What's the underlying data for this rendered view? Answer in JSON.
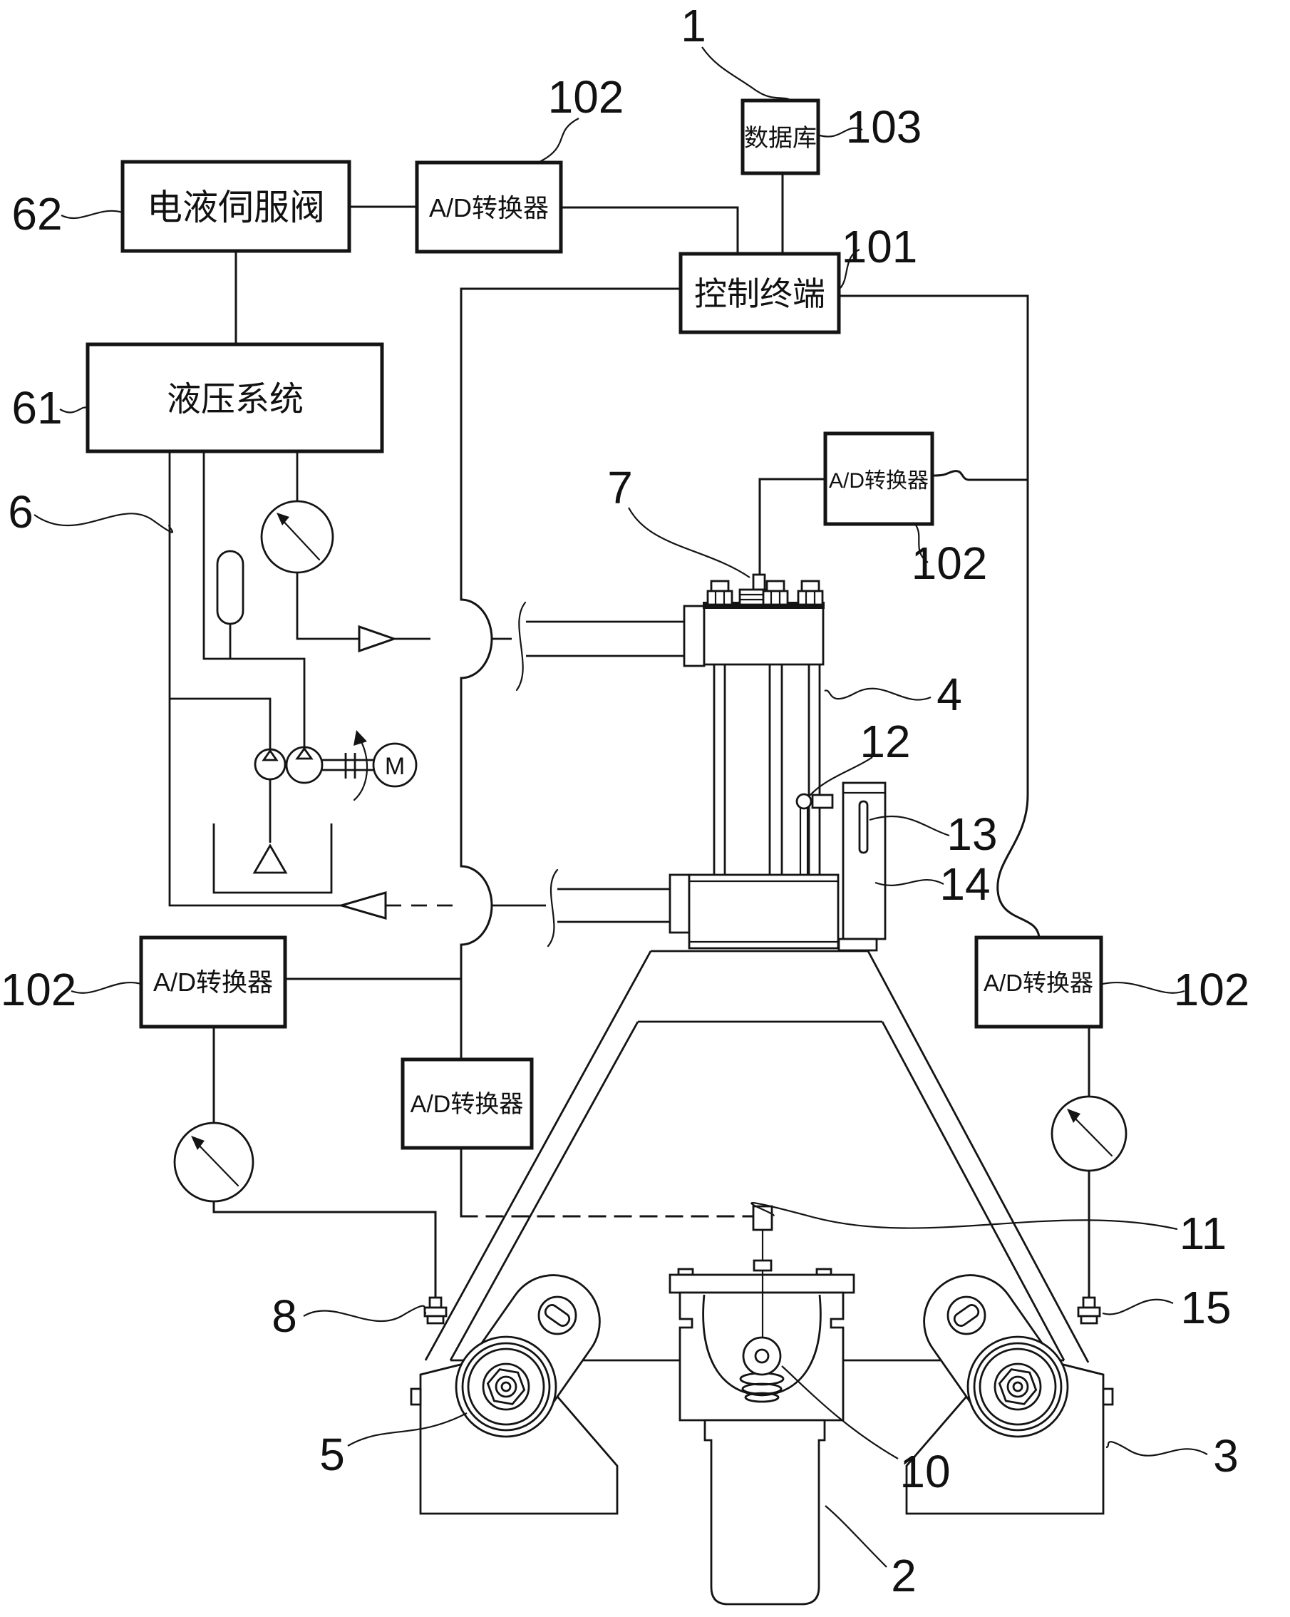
{
  "figure": {
    "background": "#ffffff",
    "line_color": "#141414",
    "boxes": {
      "servo_valve": "电液伺服阀",
      "adc_top": "A/D转换器",
      "database": "数据库",
      "control_terminal": "控制终端",
      "hydraulic_system": "液压系统",
      "adc_cylinder": "A/D转换器",
      "adc_left": "A/D转换器",
      "adc_middle": "A/D转换器",
      "adc_right": "A/D转换器"
    },
    "motor": "M",
    "refs": {
      "n1": "1",
      "n2": "2",
      "n3": "3",
      "n4": "4",
      "n5": "5",
      "n6": "6",
      "n7": "7",
      "n8": "8",
      "n10": "10",
      "n11": "11",
      "n12": "12",
      "n13": "13",
      "n14": "14",
      "n15": "15",
      "n61": "61",
      "n62": "62",
      "n101": "101",
      "n102_top": "102",
      "n102_cylinder": "102",
      "n102_left": "102",
      "n102_right": "102",
      "n103": "103"
    }
  }
}
